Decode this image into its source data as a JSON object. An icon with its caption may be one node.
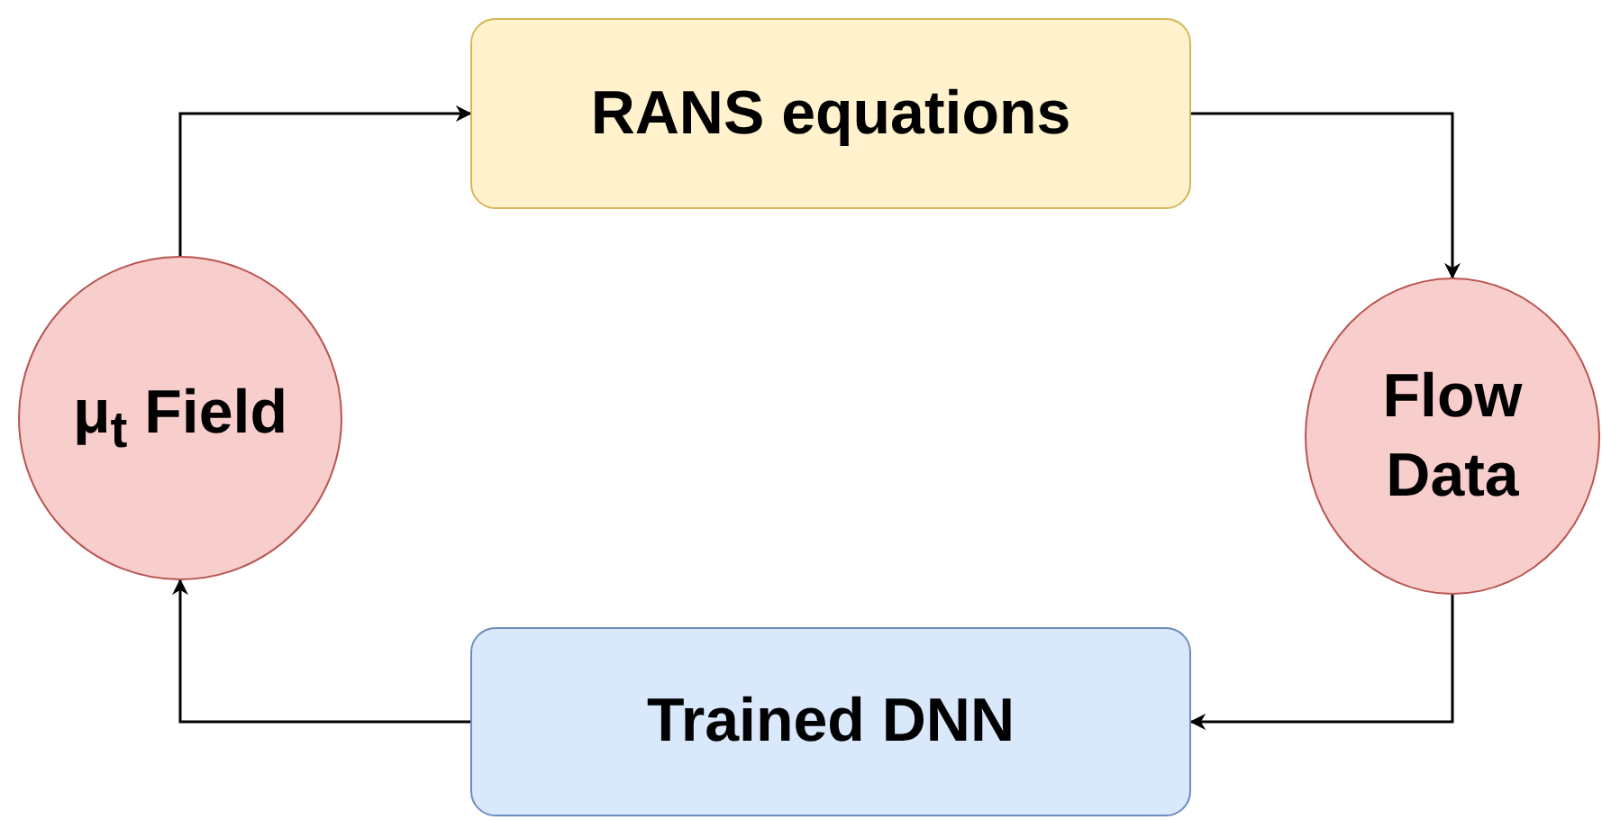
{
  "diagram": {
    "nodes": [
      {
        "text": [
          "RANS equations"
        ]
      },
      {
        "text": [
          "Flow Data"
        ]
      },
      {
        "text": [
          "Trained DNN"
        ]
      },
      {
        "text": [
          "μ$_{t}$ Field"
        ]
      }
    ],
    "edges": [
      {
        "from": 3,
        "to": 0,
        "arrow": "to"
      },
      {
        "from": 0,
        "to": 1,
        "arrow": "to"
      },
      {
        "from": 1,
        "to": 2,
        "arrow": "to"
      },
      {
        "from": 2,
        "to": 3,
        "arrow": "to"
      }
    ]
  }
}
